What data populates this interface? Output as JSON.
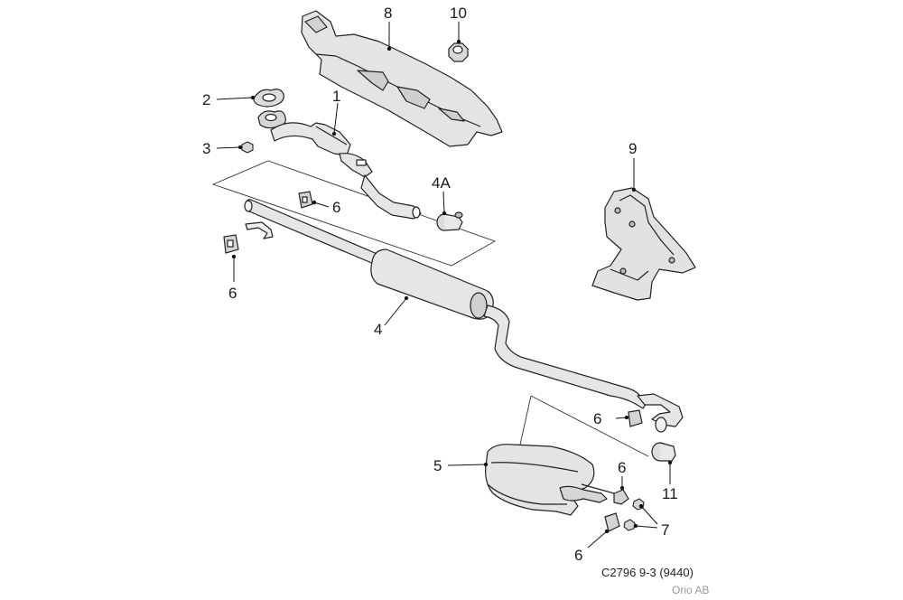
{
  "callouts": {
    "c1": "1",
    "c2": "2",
    "c3": "3",
    "c4a": "4A",
    "c4": "4",
    "c5": "5",
    "c6a": "6",
    "c6b": "6",
    "c6c": "6",
    "c6d": "6",
    "c6e": "6",
    "c7": "7",
    "c8": "8",
    "c9": "9",
    "c10": "10",
    "c11": "11"
  },
  "caption": {
    "code": "C2796 9-3 (9440)",
    "brand": "Orio AB"
  }
}
